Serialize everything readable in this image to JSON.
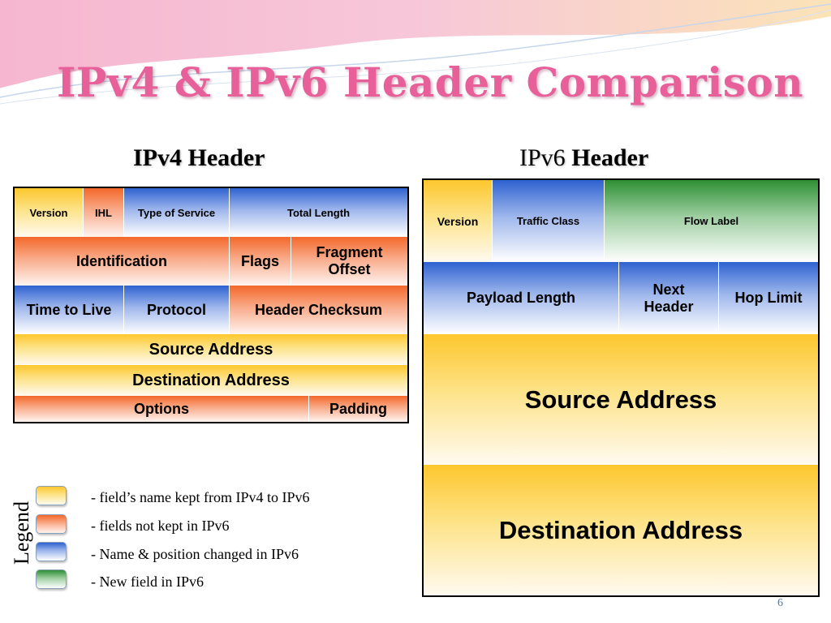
{
  "title": "IPv4 & IPv6 Header Comparison",
  "ipv4_heading": "IPv4 Header",
  "ipv6_heading": {
    "prefix": "IPv6",
    "bold": "Header"
  },
  "ipv4_fields": {
    "version": "Version",
    "ihl": "IHL",
    "type_of_service": "Type of Service",
    "total_length": "Total Length",
    "identification": "Identification",
    "flags": "Flags",
    "fragment_offset": "Fragment Offset",
    "time_to_live": "Time to Live",
    "protocol": "Protocol",
    "header_checksum": "Header Checksum",
    "source_address": "Source Address",
    "destination_address": "Destination Address",
    "options": "Options",
    "padding": "Padding"
  },
  "ipv6_fields": {
    "version": "Version",
    "traffic_class": "Traffic Class",
    "flow_label": "Flow Label",
    "payload_length": "Payload Length",
    "next_header": "Next Header",
    "hop_limit": "Hop Limit",
    "source_address": "Source Address",
    "destination_address": "Destination Address"
  },
  "legend": {
    "title": "Legend",
    "items": [
      {
        "category": "kept",
        "text": "- field’s name kept from IPv4 to IPv6"
      },
      {
        "category": "not-kept",
        "text": "- fields not kept in IPv6"
      },
      {
        "category": "changed",
        "text": "- Name & position changed in IPv6"
      },
      {
        "category": "new",
        "text": "- New field in IPv6"
      }
    ]
  },
  "colors": {
    "kept": "#fdc72d",
    "not_kept": "#f4682a",
    "changed": "#2e62d0",
    "new": "#2e8f34",
    "title": "#e8609a"
  },
  "page_number": "6"
}
